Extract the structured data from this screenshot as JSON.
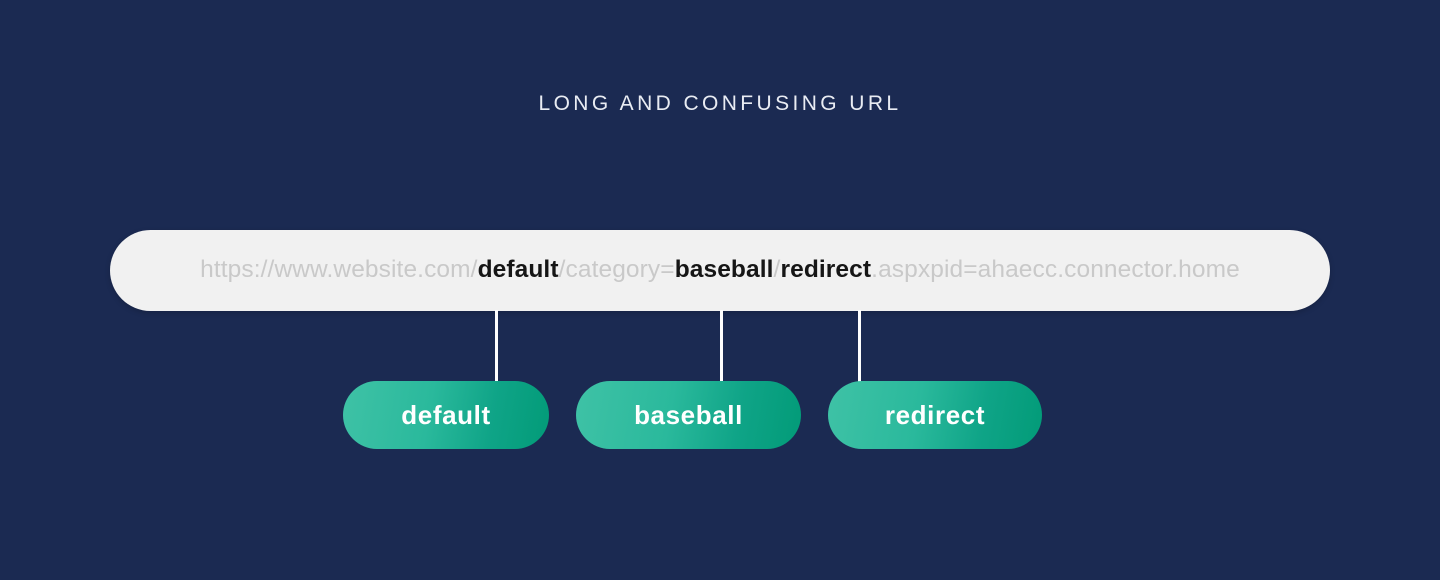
{
  "page": {
    "background_color": "#1b2a52",
    "title": "LONG AND CONFUSING URL"
  },
  "url_bar": {
    "background_color": "#f1f1f1",
    "dim_color": "#c9c9c9",
    "highlight_color": "#161616",
    "full_url": "https://www.website.com/default/category=baseball/redirect.aspxpid=ahaecc.connector.home",
    "segments": [
      {
        "text": "https://www.website.com/",
        "highlighted": false
      },
      {
        "text": "default",
        "highlighted": true
      },
      {
        "text": "/category=",
        "highlighted": false
      },
      {
        "text": "baseball",
        "highlighted": true
      },
      {
        "text": "/",
        "highlighted": false
      },
      {
        "text": "redirect",
        "highlighted": true
      },
      {
        "text": ".aspxpid=ahaecc.connector.home",
        "highlighted": false
      }
    ]
  },
  "pills": {
    "gradient_from": "#3fc2a6",
    "gradient_to": "#029b78",
    "text_color": "#ffffff",
    "items": [
      {
        "label": "default"
      },
      {
        "label": "baseball"
      },
      {
        "label": "redirect"
      }
    ]
  },
  "connectors": {
    "color": "#ffffff",
    "count": 3
  }
}
